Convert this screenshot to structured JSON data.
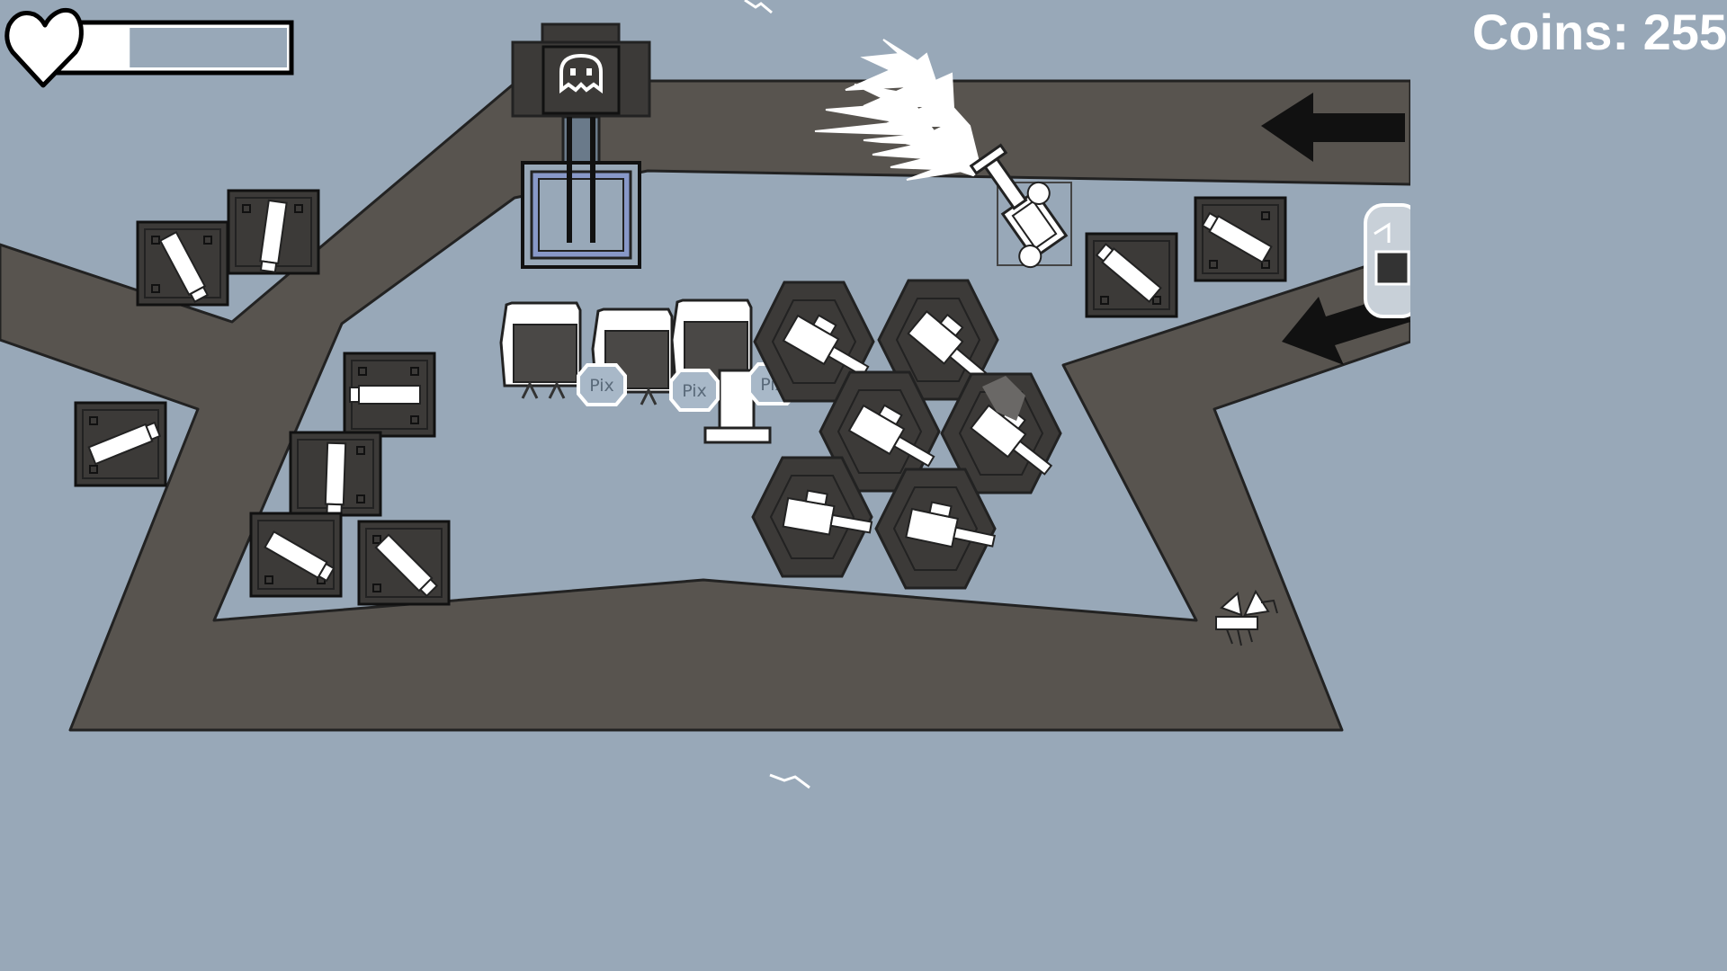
{
  "hud": {
    "coins_label": "Coins: 255",
    "health_fraction": 0.25,
    "icon": "heart-icon"
  },
  "colors": {
    "background": "#98a8b8",
    "path": "#58544f",
    "path_outline": "#222222",
    "tower_body": "#3c3a38",
    "tower_accent": "#ffffff",
    "base_frame": "#8898c8"
  },
  "coin_markers": {
    "label": "Pix"
  }
}
